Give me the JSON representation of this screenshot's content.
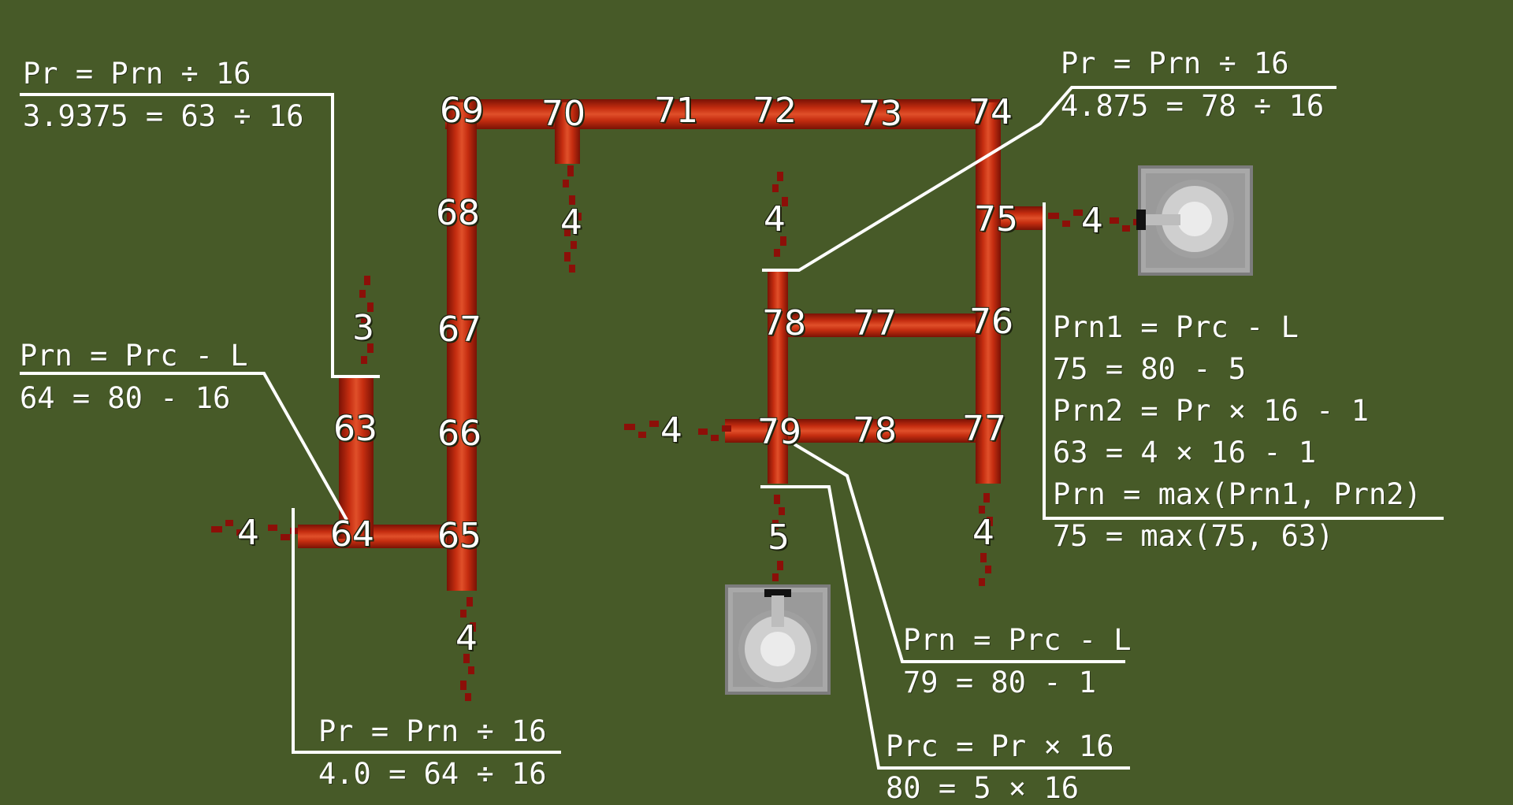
{
  "wire_levels": {
    "main_loop": [
      "69",
      "70",
      "71",
      "72",
      "73",
      "74",
      "68",
      "67",
      "66",
      "65",
      "64",
      "63",
      "75",
      "76",
      "77",
      "78",
      "77",
      "78",
      "79"
    ],
    "branch_outputs": [
      "4",
      "4",
      "3",
      "4",
      "4",
      "4",
      "4",
      "5",
      "4"
    ]
  },
  "labels": {
    "n69": "69",
    "n70": "70",
    "n71": "71",
    "n72": "72",
    "n73": "73",
    "n74": "74",
    "n68": "68",
    "n67": "67",
    "n66": "66",
    "n65": "65",
    "n64": "64",
    "n63": "63",
    "n75": "75",
    "n76": "76",
    "n77a": "77",
    "n78a": "78",
    "n77b": "77",
    "n78b": "78",
    "n79": "79",
    "b4_top1": "4",
    "b4_top2": "4",
    "b3": "3",
    "b4_left": "4",
    "b4_bottom": "4",
    "b4_right": "4",
    "b4_mid_left": "4",
    "b5": "5",
    "b4_right_bottom": "4"
  },
  "annotations": {
    "top_left": {
      "line1": "Pr = Prn ÷ 16",
      "line2": "3.9375 = 63 ÷ 16"
    },
    "mid_left": {
      "line1": "Prn = Prc - L",
      "line2": "64 = 80 - 16"
    },
    "bottom_left": {
      "line1": "Pr = Prn ÷ 16",
      "line2": "4.0 = 64 ÷ 16"
    },
    "top_right": {
      "line1": "Pr = Prn ÷ 16",
      "line2": "4.875 = 78 ÷ 16"
    },
    "right": {
      "line1": "Prn1 = Prc - L",
      "line2": "75 = 80 - 5",
      "line3": "Prn2 = Pr × 16 - 1",
      "line4": "63 = 4 × 16 - 1",
      "line5": "Prn = max(Prn1, Prn2)",
      "line6": "75 = max(75, 63)"
    },
    "bottom_mid": {
      "line1": "Prn = Prc - L",
      "line2": "79 = 80 - 1"
    },
    "bottom": {
      "line1": "Prc = Pr × 16",
      "line2": "80 = 5 × 16"
    }
  },
  "colors": {
    "grass": "#475a28",
    "redstone_pipe": "#b81f0a",
    "redstone_dust": "#8c0f08",
    "leader_line": "#ffffff"
  },
  "icons": [
    "comparator-block",
    "comparator-block"
  ]
}
